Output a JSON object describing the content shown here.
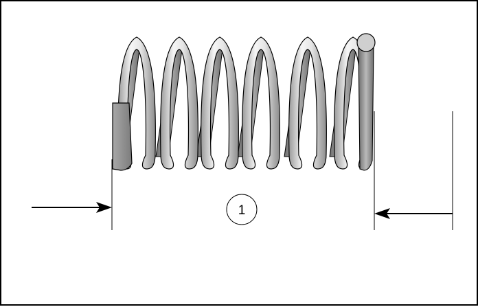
{
  "diagram": {
    "callout": {
      "label": "1"
    },
    "colors": {
      "outline": "#000000",
      "spring_light": "#f4f4f4",
      "spring_mid": "#c8c8c8",
      "spring_dark": "#7a7a7a",
      "background": "#ffffff"
    },
    "icons": [
      "compression-spring",
      "left-arrow",
      "right-arrow",
      "callout-circle"
    ]
  }
}
